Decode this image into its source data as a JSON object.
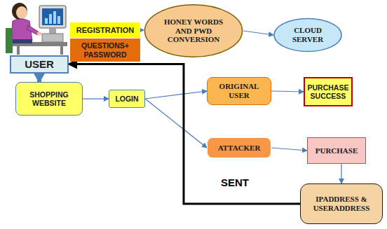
{
  "diagram": {
    "nodes": [
      {
        "text": [
          "USER"
        ]
      },
      {
        "text": [
          "REGISTRATION"
        ]
      },
      {
        "text": [
          "QUESTIONS+ PASSWORD"
        ]
      },
      {
        "text": [
          "HONEY WORDS AND PWD CONVERSION"
        ]
      },
      {
        "text": [
          "CLOUD SERVER"
        ]
      },
      {
        "text": [
          "SHOPPING WEBSITE"
        ]
      },
      {
        "text": [
          "LOGIN"
        ]
      },
      {
        "text": [
          "ORIGINAL USER"
        ]
      },
      {
        "text": [
          "PURCHASE SUCCESS"
        ]
      },
      {
        "text": [
          "ATTACKER"
        ]
      },
      {
        "text": [
          "PURCHASE"
        ]
      },
      {
        "text": [
          "IPADDRESS & USERADDRESS"
        ]
      }
    ],
    "edges": [
      {
        "from": 1,
        "to": 3,
        "arrow": "to"
      },
      {
        "from": 3,
        "to": 4,
        "arrow": "to"
      },
      {
        "from": 0,
        "to": 5,
        "arrow": "to"
      },
      {
        "from": 5,
        "to": 6,
        "arrow": "to"
      },
      {
        "from": 6,
        "to": 7,
        "arrow": "to"
      },
      {
        "from": 6,
        "to": 9,
        "arrow": "to"
      },
      {
        "from": 7,
        "to": 8,
        "arrow": "to"
      },
      {
        "from": 9,
        "to": 10,
        "arrow": "to"
      },
      {
        "from": 10,
        "to": 11,
        "arrow": "to"
      },
      {
        "from": 11,
        "to": 0,
        "label": "SENT",
        "arrow": "to"
      }
    ]
  }
}
